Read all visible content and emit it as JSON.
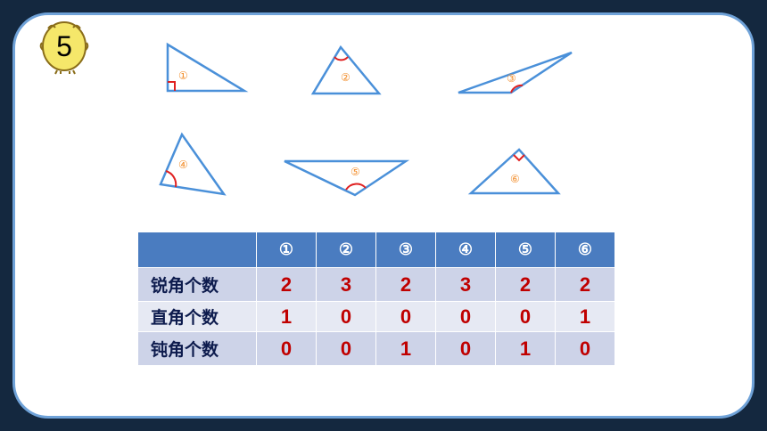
{
  "badge": {
    "number": "5"
  },
  "triangles": [
    {
      "label": "①"
    },
    {
      "label": "②"
    },
    {
      "label": "③"
    },
    {
      "label": "④"
    },
    {
      "label": "⑤"
    },
    {
      "label": "⑥"
    }
  ],
  "table": {
    "corner": "",
    "columns": [
      "①",
      "②",
      "③",
      "④",
      "⑤",
      "⑥"
    ],
    "rows": [
      {
        "label": "锐角个数",
        "values": [
          "2",
          "3",
          "2",
          "3",
          "2",
          "2"
        ]
      },
      {
        "label": "直角个数",
        "values": [
          "1",
          "0",
          "0",
          "0",
          "0",
          "1"
        ]
      },
      {
        "label": "钝角个数",
        "values": [
          "0",
          "0",
          "1",
          "0",
          "1",
          "0"
        ]
      }
    ]
  },
  "colors": {
    "background": "#14283f",
    "frame": "#6fa2d8",
    "triangle_stroke": "#4a90d9",
    "angle_mark": "#e02020",
    "table_header": "#4a7cc0",
    "answer": "#c00000"
  }
}
